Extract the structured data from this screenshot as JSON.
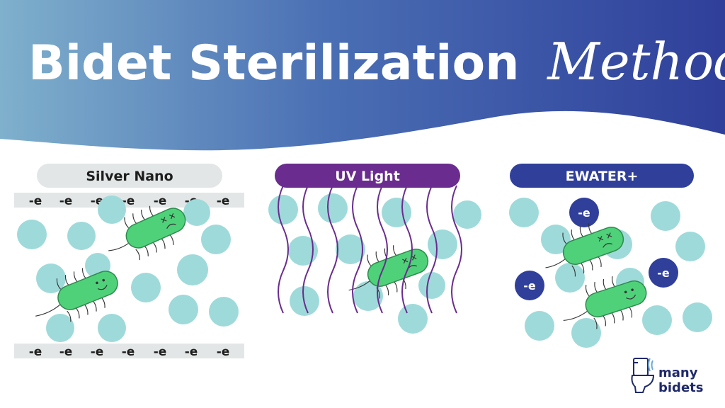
{
  "header": {
    "title_main": "Bidet Sterilization",
    "title_italic": "Methods",
    "gradient_start": "#7fb0cc",
    "gradient_end": "#2f3f9a"
  },
  "panels": [
    {
      "label": "Silver Nano",
      "pill_color": "#e3e6e6",
      "label_color": "#1e1e1e"
    },
    {
      "label": "UV Light",
      "pill_color": "#6a2c8e",
      "label_color": "#ffffff"
    },
    {
      "label": "EWATER+",
      "pill_color": "#2f3f9a",
      "label_color": "#ffffff"
    }
  ],
  "charge_label": "-e",
  "colors": {
    "particle": "#9fdada",
    "bacteria": "#4fd17a",
    "bacteria_dark": "#2f8a4d",
    "bar": "#e3e6e6",
    "uv_wave": "#6a2c8e",
    "electron": "#2f3f9a"
  },
  "logo": {
    "line1": "many",
    "line2": "bidets",
    "icon": "toilet-icon"
  }
}
